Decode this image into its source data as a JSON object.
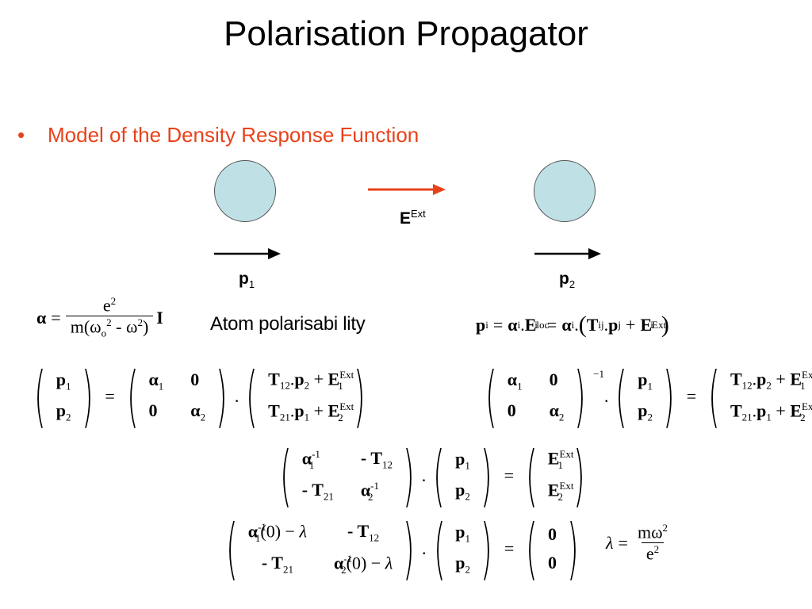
{
  "title": "Polarisation Propagator",
  "bullet": {
    "symbol": "•",
    "text": "Model of the Density Response Function"
  },
  "diagram": {
    "field_label": "E",
    "field_sup": "Ext",
    "p1_label": "p",
    "p1_sub": "1",
    "p2_label": "p",
    "p2_sub": "2",
    "atom_color": "#bfe1e6",
    "arrow_color": "#e8421a"
  },
  "atom_polarisability_text": "Atom polarisabi lity"
}
